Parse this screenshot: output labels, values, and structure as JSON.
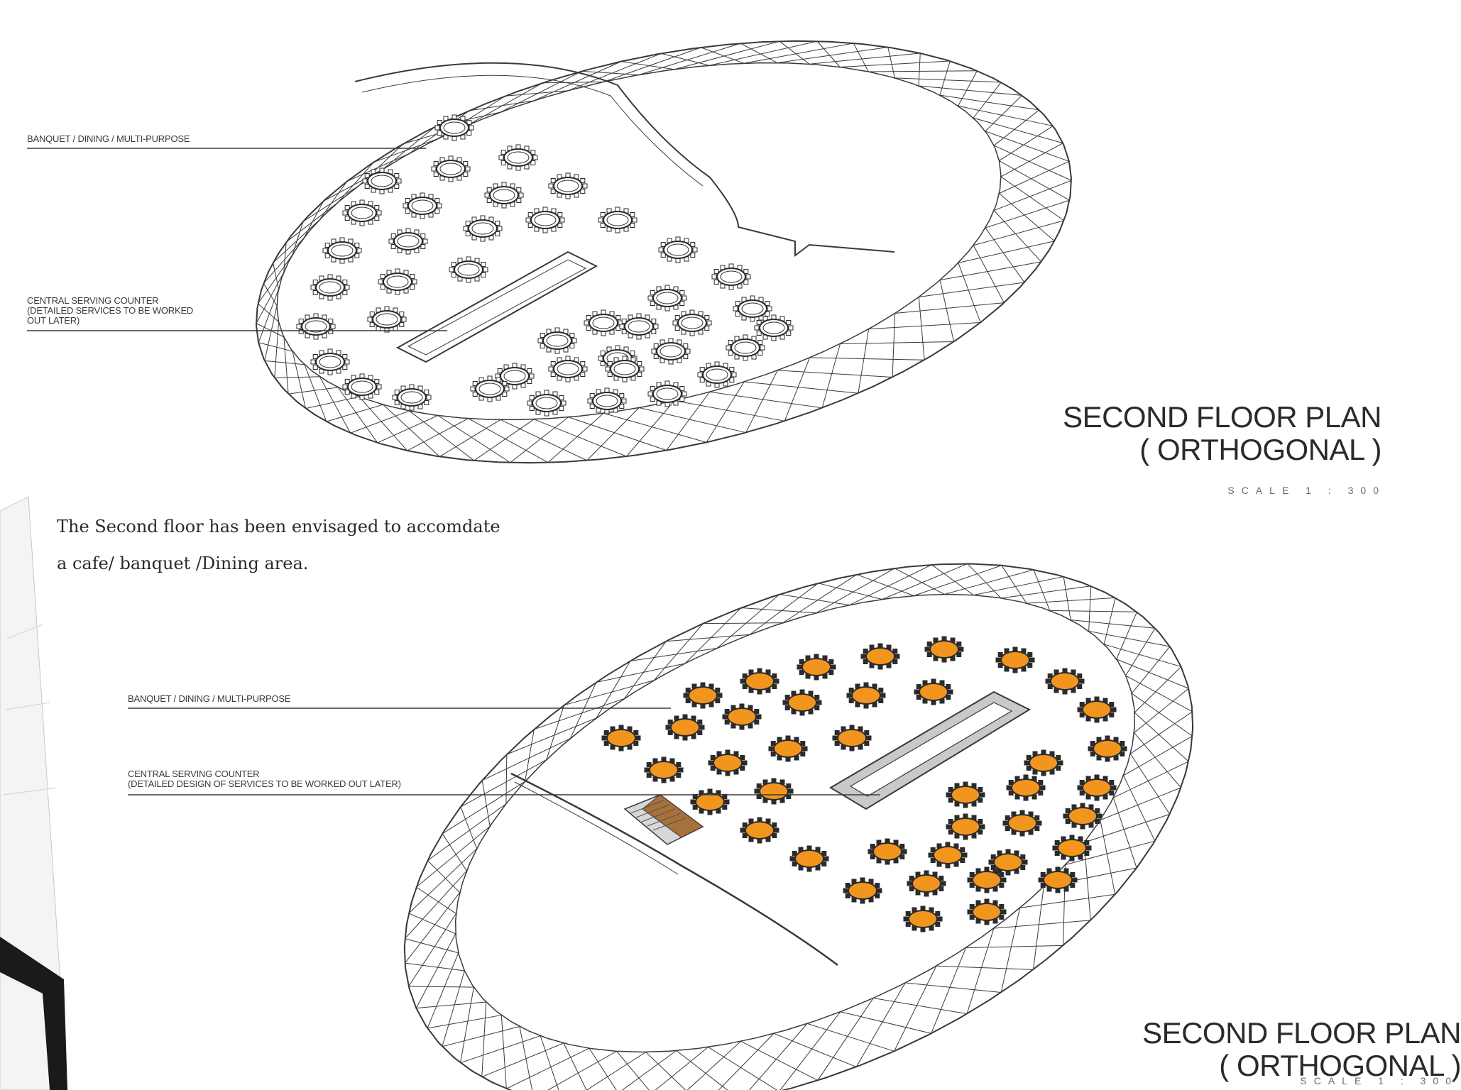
{
  "plan_top": {
    "label_banquet": "BANQUET / DINING / MULTI-PURPOSE",
    "label_counter": "CENTRAL SERVING COUNTER\n(DETAILED SERVICES TO BE WORKED\nOUT LATER)",
    "title_line1": "SECOND FLOOR PLAN",
    "title_line2": "( ORTHOGONAL )",
    "scale": "SCALE 1 : 300"
  },
  "caption": {
    "line1": "The Second floor has been envisaged to accomdate",
    "line2": "a cafe/ banquet /Dining area."
  },
  "plan_bottom": {
    "label_banquet": "BANQUET / DINING / MULTI-PURPOSE",
    "label_counter": "CENTRAL SERVING COUNTER\n(DETAILED DESIGN OF SERVICES TO BE WORKED OUT LATER)",
    "title_line1": "SECOND FLOOR PLAN",
    "title_line2": "( ORTHOGONAL )",
    "scale": "SCALE 1 : 300"
  },
  "colors": {
    "table_fill_bottom": "#f2951f",
    "line": "#3a3a3a"
  }
}
